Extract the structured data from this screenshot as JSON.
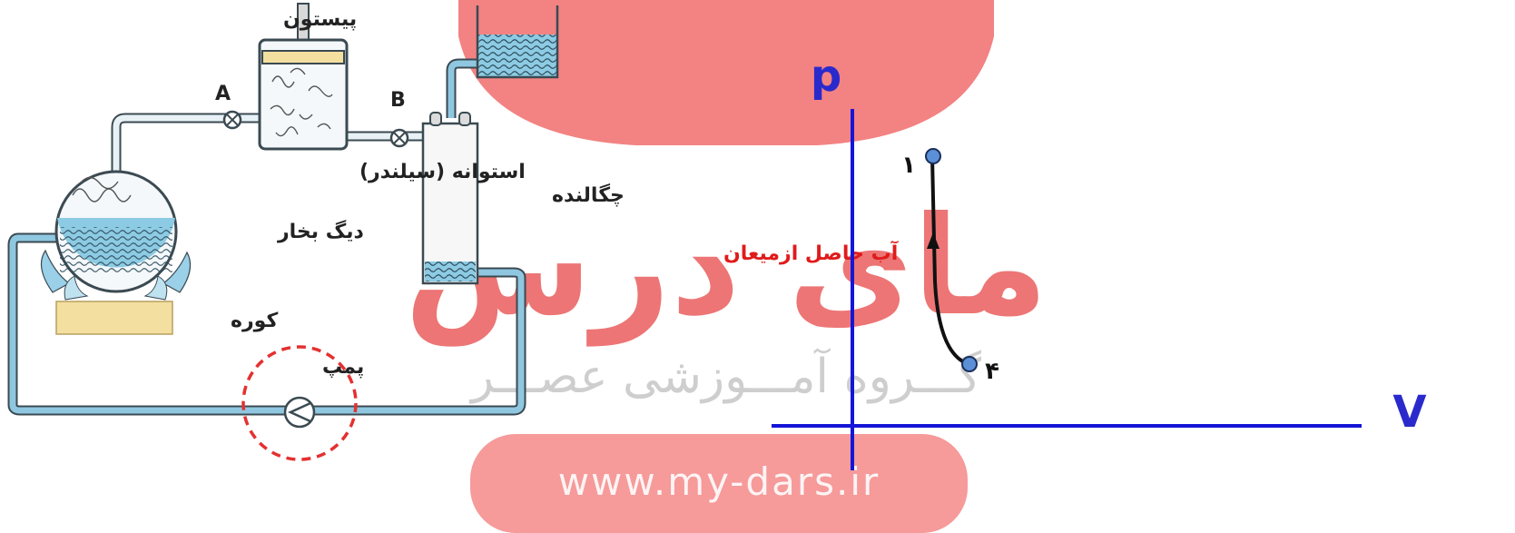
{
  "colors": {
    "pipe": "#8fc7e0",
    "pipe_edge": "#3b4a52",
    "water": "#8ccbe3",
    "furnace": "#f3dfa0",
    "pump_ring": "#e53030",
    "axis": "#1515d8",
    "curve": "#111111",
    "point_fill": "#5b8fd6",
    "axis_label": "#2a2acc",
    "watermark": "#e84a4a",
    "highlight_text": "#e01b1b"
  },
  "schematic": {
    "piston": "پیستون",
    "cylinder": "استوانه (سیلندر)",
    "boiler": "دیگ بخار",
    "condenser": "چگالنده",
    "condensed_water": "آب حاصل ازمیعان",
    "furnace": "کوره",
    "pump": "پمپ",
    "valve_a": "A",
    "valve_b": "B"
  },
  "graph": {
    "y_axis_label": "p",
    "x_axis_label": "V",
    "point_1_label": "۱",
    "point_4_label": "۴"
  },
  "watermark": {
    "brand": "مای درس",
    "group": "گـــروه آمـــوزشی عصـــر",
    "url": "www.my-dars.ir"
  }
}
